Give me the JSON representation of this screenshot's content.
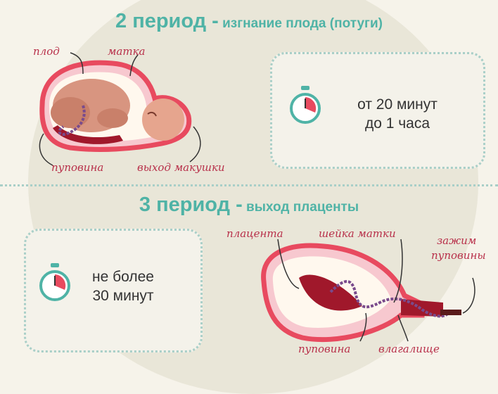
{
  "period2": {
    "title_big": "2 период -",
    "title_small": " изгнание плода (потуги)",
    "duration_line1": "от 20 минут",
    "duration_line2": "до 1 часа",
    "labels": {
      "fetus": "плод",
      "uterus": "матка",
      "cord": "пуповина",
      "crown": "выход макушки"
    },
    "timer_icon": "stopwatch-icon"
  },
  "period3": {
    "title_big": "3 период -",
    "title_small": " выход плаценты",
    "duration_line1": "не более",
    "duration_line2": "30 минут",
    "labels": {
      "placenta": "плацента",
      "cervix": "шейка матки",
      "clamp_line1": "зажим",
      "clamp_line2": "пуповины",
      "cord": "пуповина",
      "vagina": "влагалище"
    },
    "timer_icon": "stopwatch-icon"
  },
  "colors": {
    "accent": "#4fb3a6",
    "label": "#b8304a",
    "uterus": "#e84a5f",
    "cord": "#7a4b8c"
  }
}
